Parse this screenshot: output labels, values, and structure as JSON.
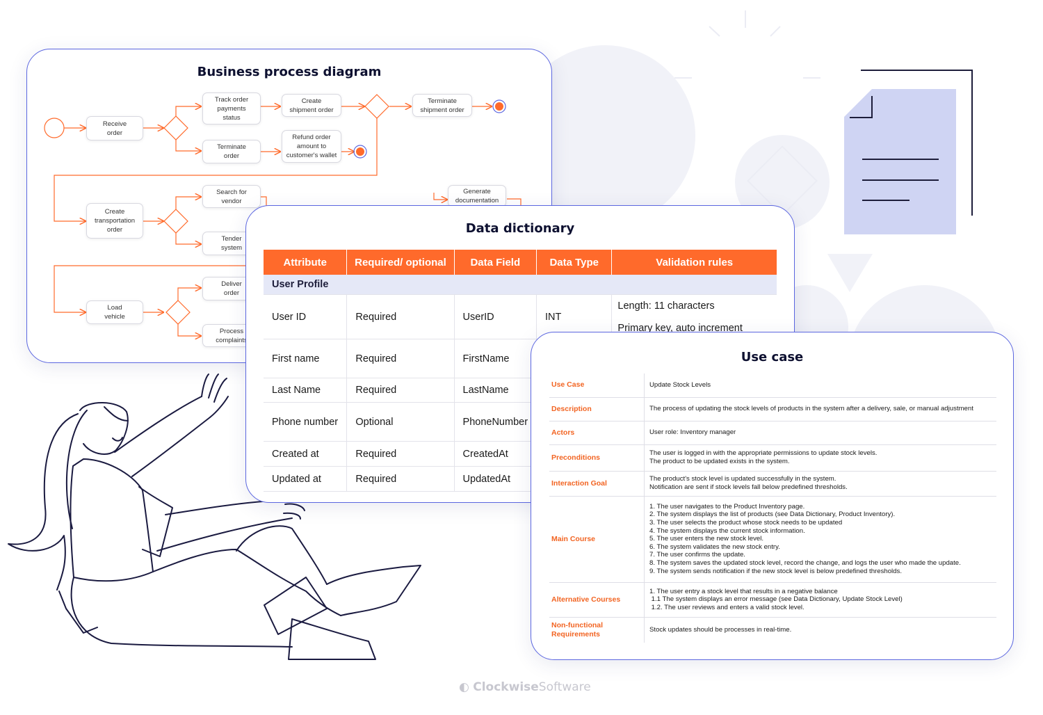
{
  "bpd": {
    "title": "Business process diagram",
    "nodes": [
      {
        "id": "receive_order",
        "label": "Receive\norder"
      },
      {
        "id": "track_order",
        "label": "Track order\npayments\nstatus"
      },
      {
        "id": "create_shipment",
        "label": "Create\nshipment order"
      },
      {
        "id": "terminate_shipment",
        "label": "Terminate\nshipment order"
      },
      {
        "id": "terminate_order",
        "label": "Terminate\norder"
      },
      {
        "id": "refund_order",
        "label": "Refund order\namount to\ncustomer's wallet"
      },
      {
        "id": "create_transport",
        "label": "Create\ntransportation\norder"
      },
      {
        "id": "search_vendor",
        "label": "Search for\nvendor"
      },
      {
        "id": "tender_system",
        "label": "Tender\nsystem"
      },
      {
        "id": "generate_doc",
        "label": "Generate\ndocumentation"
      },
      {
        "id": "load_vehicle",
        "label": "Load\nvehicle"
      },
      {
        "id": "deliver_order",
        "label": "Deliver\norder"
      },
      {
        "id": "process_complaints",
        "label": "Process\ncomplaints"
      }
    ]
  },
  "dd": {
    "title": "Data dictionary",
    "headers": [
      "Attribute",
      "Required/ optional",
      "Data Field",
      "Data Type",
      "Validation rules"
    ],
    "group": "User Profile",
    "rows": [
      {
        "attribute": "User ID",
        "req": "Required",
        "field": "UserID",
        "type": "INT",
        "rule1": "Length: 11 characters",
        "rule2": "Primary key, auto increment"
      },
      {
        "attribute": "First name",
        "req": "Required",
        "field": "FirstName",
        "type": "",
        "rule1": "",
        "rule2": ""
      },
      {
        "attribute": "Last Name",
        "req": "Required",
        "field": "LastName",
        "type": "",
        "rule1": "",
        "rule2": ""
      },
      {
        "attribute": "Phone number",
        "req": "Optional",
        "field": "PhoneNumber",
        "type": "",
        "rule1": "",
        "rule2": ""
      },
      {
        "attribute": "Created at",
        "req": "Required",
        "field": "CreatedAt",
        "type": "",
        "rule1": "",
        "rule2": ""
      },
      {
        "attribute": "Updated at",
        "req": "Required",
        "field": "UpdatedAt",
        "type": "",
        "rule1": "",
        "rule2": ""
      }
    ]
  },
  "uc": {
    "title": "Use case",
    "rows": [
      {
        "key": "Use Case",
        "lines": [
          "Update Stock Levels"
        ]
      },
      {
        "key": "Description",
        "lines": [
          "The process of updating the stock levels of products in the system after a delivery, sale, or manual adjustment"
        ]
      },
      {
        "key": "Actors",
        "lines": [
          "User role: Inventory manager"
        ]
      },
      {
        "key": "Preconditions",
        "lines": [
          "The user is logged in with the appropriate permissions to update stock levels.",
          "The product to be updated exists in the system."
        ]
      },
      {
        "key": "Interaction Goal",
        "lines": [
          "The product's stock level is updated successfully in the system.",
          "Notification are sent if stock levels fall below predefined thresholds."
        ]
      },
      {
        "key": "Main Course",
        "lines": [
          "1. The user navigates to the Product Inventory page.",
          "2. The system displays the list of products (see Data Dictionary, Product Inventory).",
          "3. The user selects the product whose stock needs to be updated",
          "4. The system displays the current stock information.",
          "5. The user enters the new stock level.",
          "6. The system validates the new stock entry.",
          "7. The user confirms the update.",
          "8. The system saves the updated stock level, record the change, and logs the user who made the update.",
          "9. The system sends notification if the new stock level is below predefined thresholds."
        ]
      },
      {
        "key": "Alternative Courses",
        "lines": [
          "1. The user entry a stock level that results in a negative balance",
          " 1.1 The system displays an error message (see Data Dictionary, Update Stock Level)",
          " 1.2. The user reviews and enters a valid stock level."
        ]
      },
      {
        "key": "Non-functional\nRequirements",
        "lines": [
          "Stock updates should be processes in real-time."
        ]
      }
    ]
  },
  "logo": {
    "brand_bold": "Clockwise",
    "brand_light": "Software"
  },
  "colors": {
    "accent": "#ff6a2b",
    "border": "#5b66e0",
    "doc": "#cfd4f3",
    "header_group": "#e5e8f7"
  }
}
